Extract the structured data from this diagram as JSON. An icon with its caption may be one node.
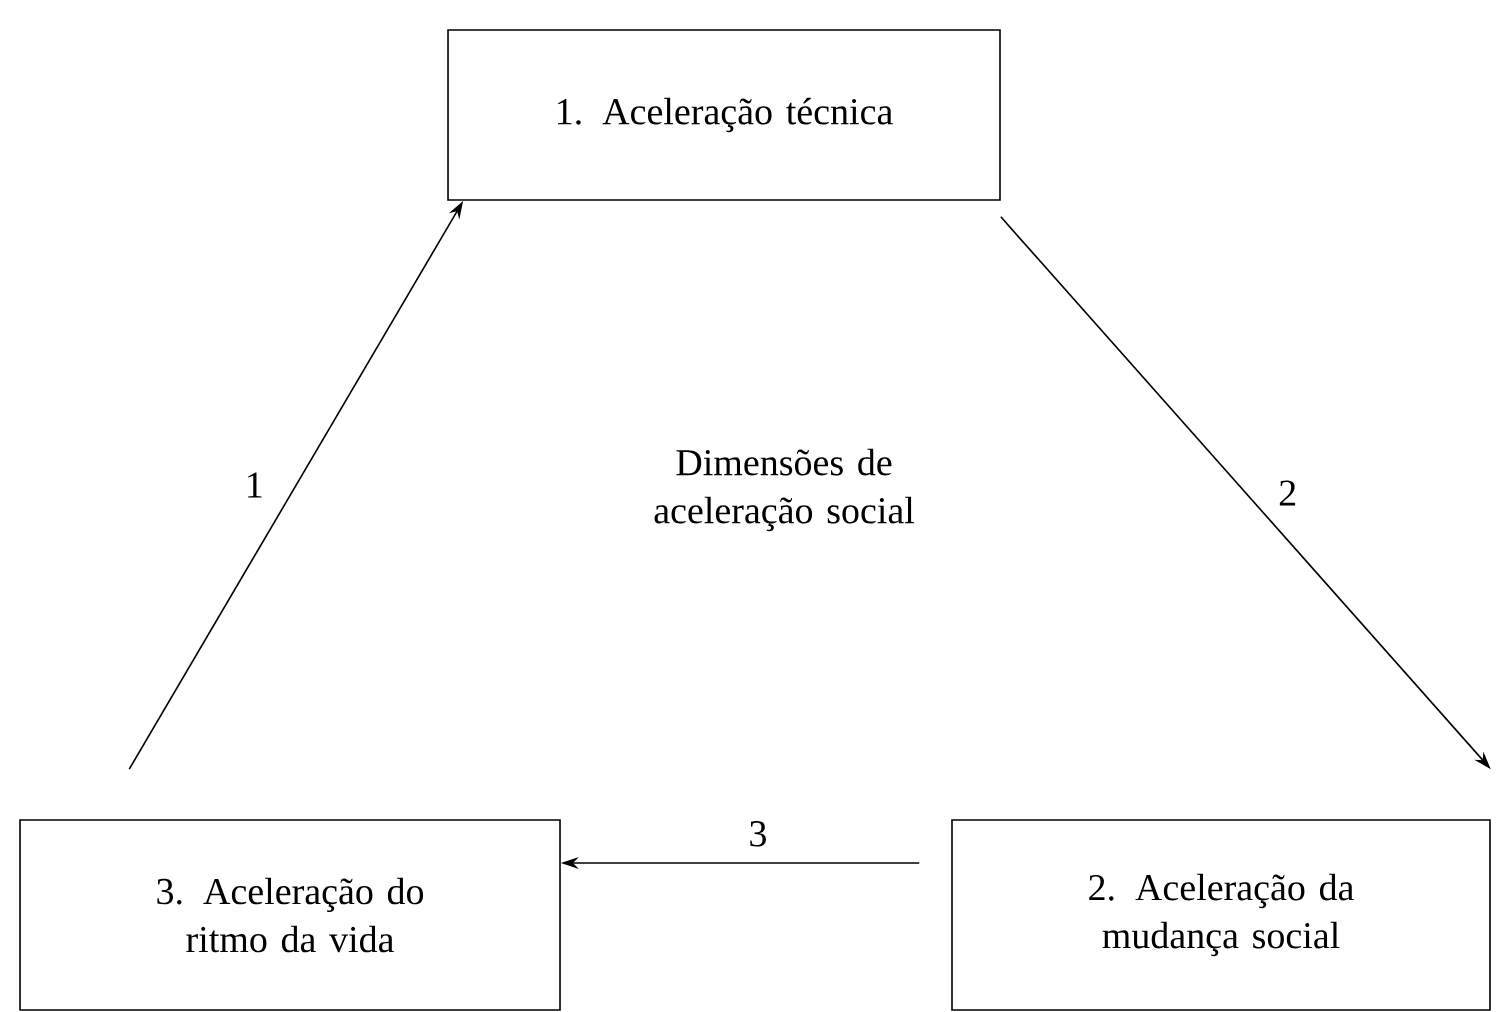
{
  "diagram": {
    "nodes": [
      {
        "text": [
          "1. Aceleração técnica"
        ]
      },
      {
        "text": [
          "3. Aceleração do ritmo da vida"
        ]
      },
      {
        "text": [
          "2. Aceleração da mudança social"
        ]
      }
    ],
    "edges": [
      {
        "from": 1,
        "to": 0,
        "arrow": "to",
        "label": "1"
      },
      {
        "from": 0,
        "to": 2,
        "arrow": "to",
        "label": "2"
      },
      {
        "from": 2,
        "to": 1,
        "arrow": "to",
        "label": "3"
      }
    ],
    "labels": [
      "Dimensões de aceleração social"
    ]
  }
}
